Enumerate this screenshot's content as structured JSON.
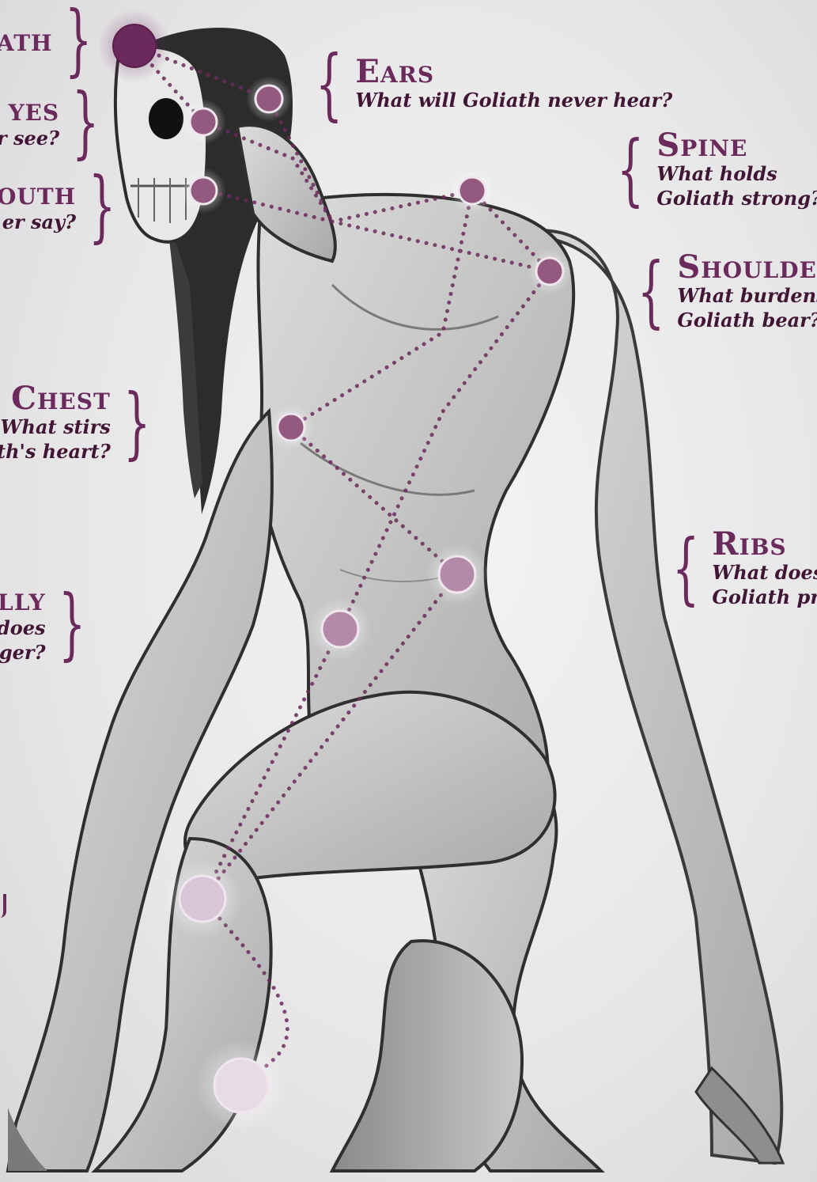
{
  "colors": {
    "accent": "#6b2a5c",
    "text_dark": "#401634",
    "node_dark": "#6b2a5c",
    "node_mid": "#93597f",
    "node_light": "#d9c6d6"
  },
  "labels": {
    "goliath": {
      "title": "ath",
      "question": ""
    },
    "eyes": {
      "title": "yes",
      "question": "r see?"
    },
    "mouth": {
      "title": "outh",
      "question": "er say?"
    },
    "ears": {
      "title": "Ears",
      "question": "What will Goliath never hear?"
    },
    "spine": {
      "title": "Spine",
      "question": "What holds",
      "question2": "Goliath strong?"
    },
    "shoulders": {
      "title": "Shoulders",
      "question": "What burdens",
      "question2": "Goliath bear?"
    },
    "chest": {
      "title": "Chest",
      "question": "What stirs",
      "question2": "th's heart?"
    },
    "ribs": {
      "title": "Ribs",
      "question": "What does",
      "question2": "Goliath pro"
    },
    "belly": {
      "title": "lly",
      "question": "does",
      "question2": "ger?"
    }
  },
  "nodes": [
    {
      "name": "crown-node",
      "shade": "dark"
    },
    {
      "name": "ears-node",
      "shade": "mid"
    },
    {
      "name": "eyes-node",
      "shade": "mid"
    },
    {
      "name": "mouth-node",
      "shade": "mid"
    },
    {
      "name": "spine-node",
      "shade": "mid"
    },
    {
      "name": "shoulder-node",
      "shade": "mid"
    },
    {
      "name": "chest-node",
      "shade": "mid"
    },
    {
      "name": "ribs-node",
      "shade": "light-mid"
    },
    {
      "name": "belly-node",
      "shade": "light-mid"
    },
    {
      "name": "knee-node",
      "shade": "light"
    },
    {
      "name": "hand-node",
      "shade": "lighter"
    }
  ]
}
